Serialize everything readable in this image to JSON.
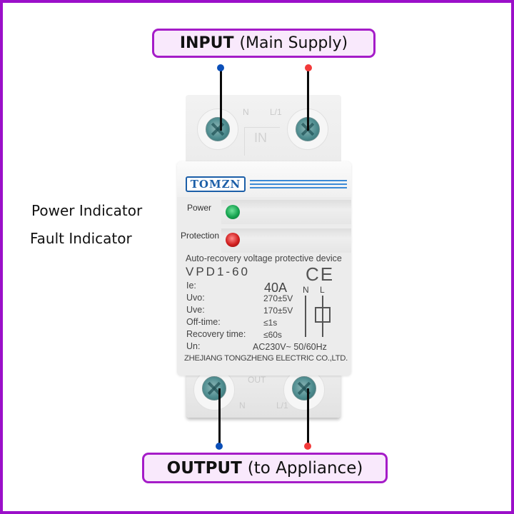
{
  "callouts": {
    "input": {
      "bold": "INPUT",
      "rest": "(Main Supply)"
    },
    "output": {
      "bold": "OUTPUT",
      "rest": "(to Appliance)"
    }
  },
  "side_labels": {
    "power": "Power Indicator",
    "fault": "Fault Indicator"
  },
  "wire_colors": {
    "neutral": "#0b4fb8",
    "live": "#f23a3a"
  },
  "border_color": "#9b0fc9",
  "device": {
    "brand": "TOMZN",
    "brand_color": "#1c5fa8",
    "top_terminals": {
      "left": "N",
      "right": "L/1",
      "center": "IN"
    },
    "bottom_terminals": {
      "left": "N",
      "right": "L/1",
      "center": "OUT"
    },
    "indicators": [
      {
        "label": "Power",
        "color": "green"
      },
      {
        "label": "Protection",
        "color": "red"
      }
    ],
    "title": "Auto-recovery voltage protective device",
    "model": "VPD1-60",
    "cert": "CE",
    "poles": {
      "n": "N",
      "l": "L"
    },
    "specs": [
      {
        "label": "Ie:",
        "value": "40A"
      },
      {
        "label": "Uvo:",
        "value": "270±5V"
      },
      {
        "label": "Uve:",
        "value": "170±5V"
      },
      {
        "label": "Off-time:",
        "value": "≤1s"
      },
      {
        "label": "Recovery time:",
        "value": "≤60s"
      },
      {
        "label": "Un:",
        "value": "AC230V~ 50/60Hz"
      }
    ],
    "manufacturer": "ZHEJIANG TONGZHENG ELECTRIC CO.,LTD."
  }
}
